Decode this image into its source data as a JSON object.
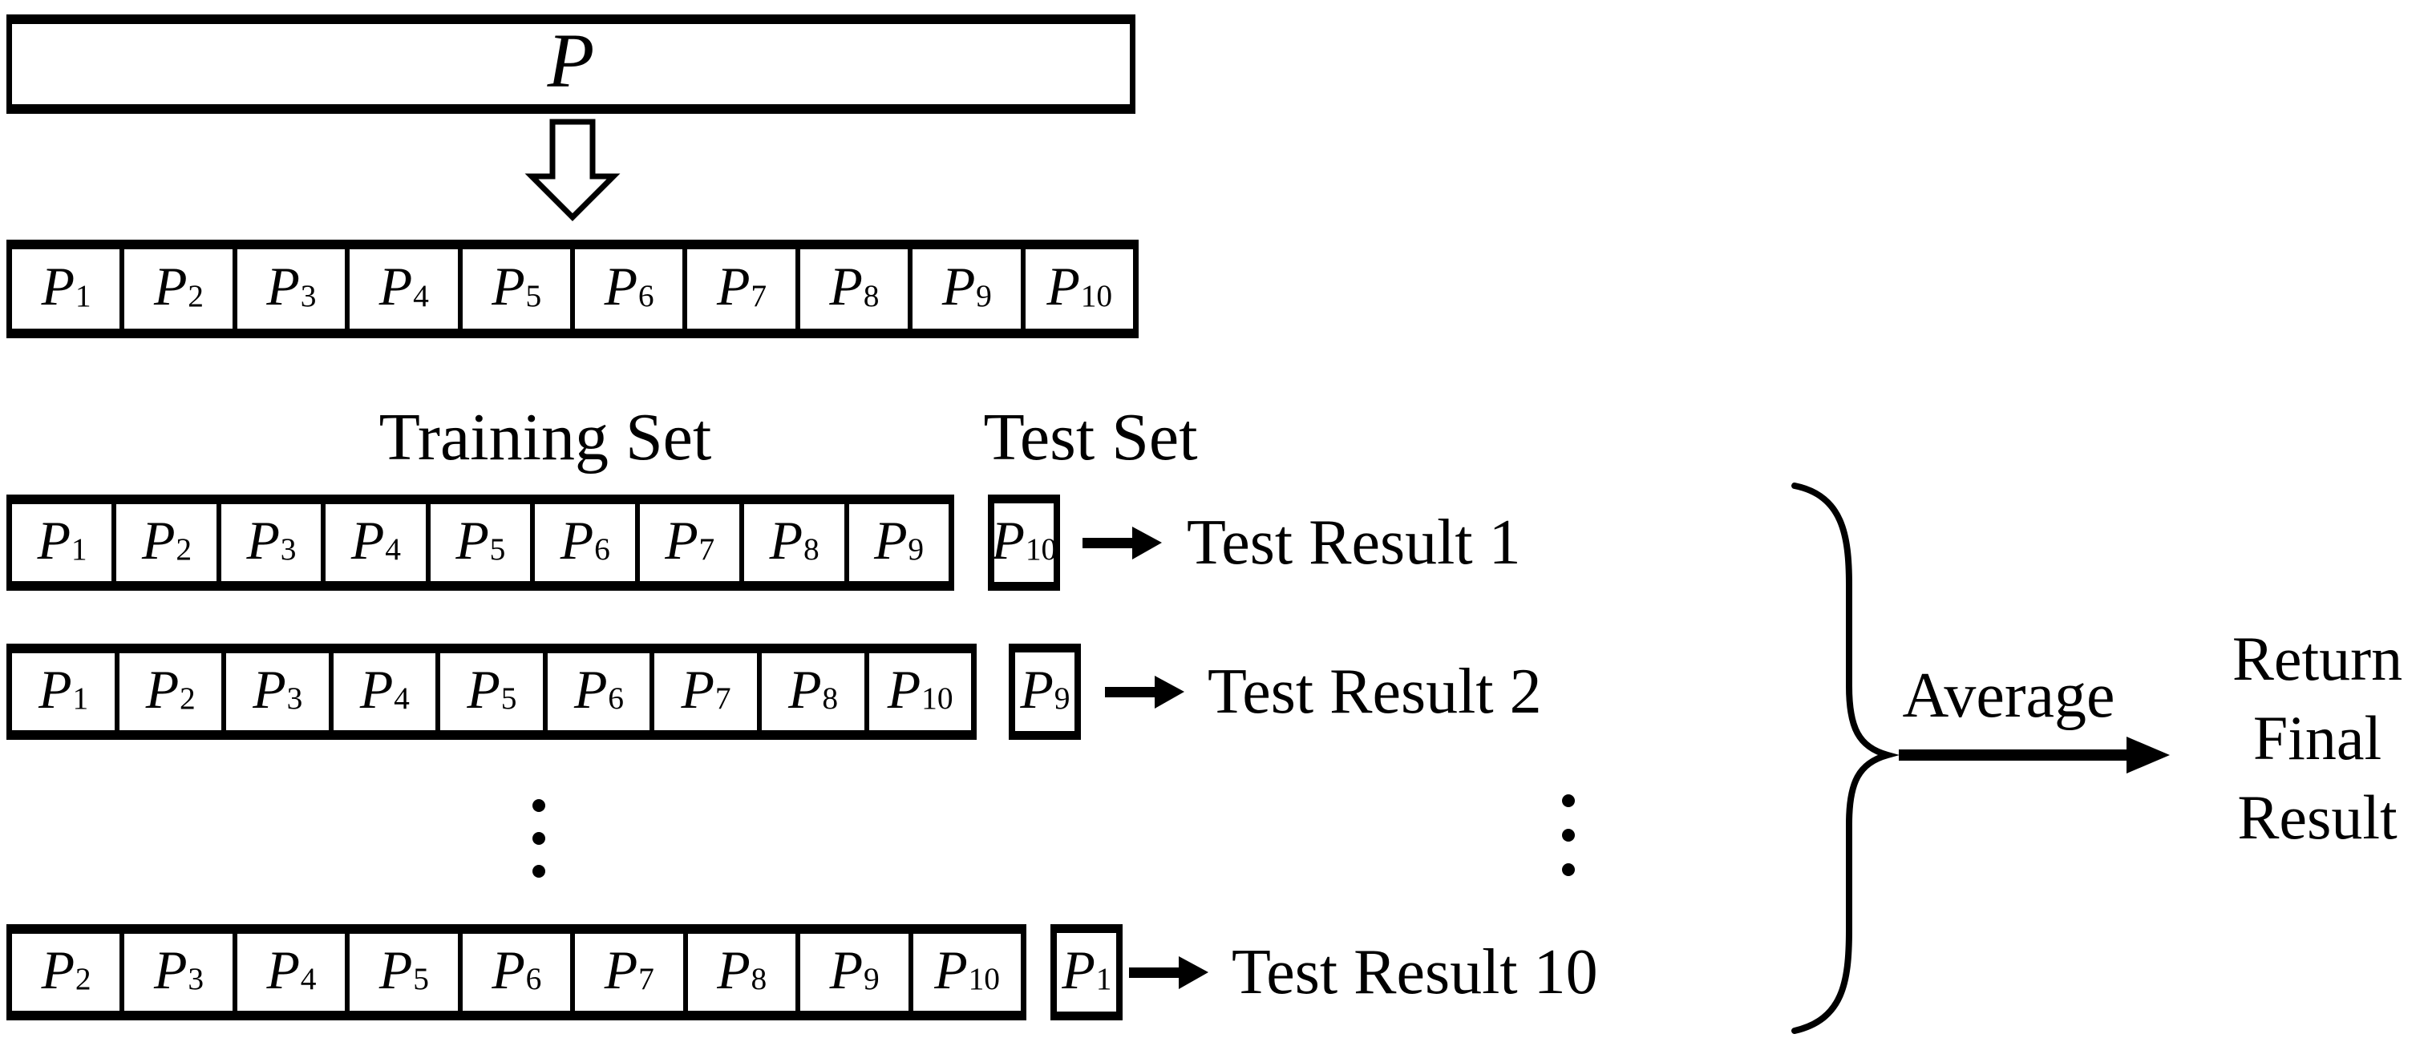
{
  "figure": {
    "symbol_base": "P",
    "source_label": "P",
    "partition_subscripts": [
      "1",
      "2",
      "3",
      "4",
      "5",
      "6",
      "7",
      "8",
      "9",
      "10"
    ],
    "headings": {
      "training": "Training Set",
      "test": "Test Set"
    },
    "folds": [
      {
        "training_subscripts": [
          "1",
          "2",
          "3",
          "4",
          "5",
          "6",
          "7",
          "8",
          "9"
        ],
        "test_subscript": "10",
        "result": "Test Result 1"
      },
      {
        "training_subscripts": [
          "1",
          "2",
          "3",
          "4",
          "5",
          "6",
          "7",
          "8",
          "10"
        ],
        "test_subscript": "9",
        "result": "Test Result 2"
      },
      {
        "training_subscripts": [
          "2",
          "3",
          "4",
          "5",
          "6",
          "7",
          "8",
          "9",
          "10"
        ],
        "test_subscript": "1",
        "result": "Test Result 10"
      }
    ],
    "average_label": "Average",
    "final_result_lines": [
      "Return",
      "Final",
      "Result"
    ],
    "colors": {
      "ink": "#000000",
      "paper": "#ffffff"
    }
  }
}
